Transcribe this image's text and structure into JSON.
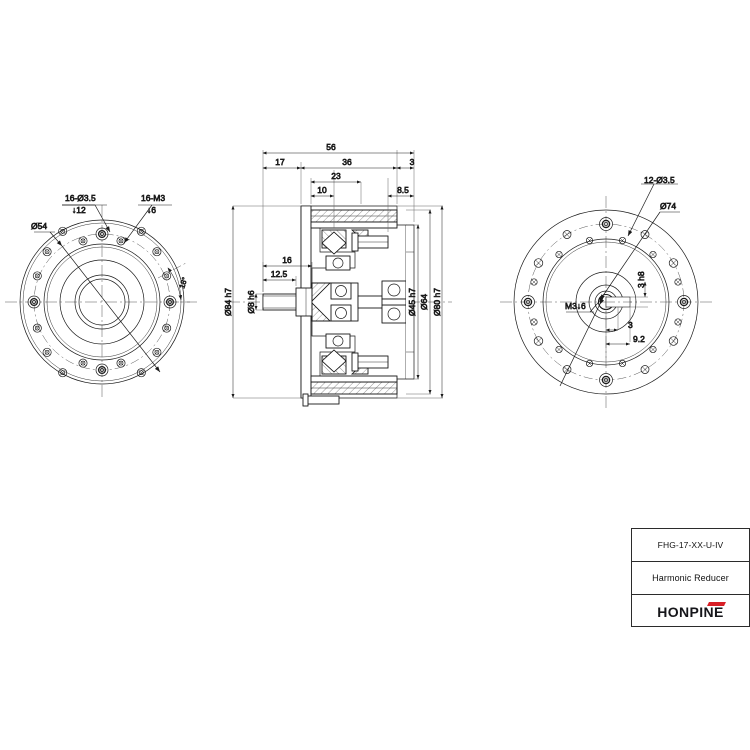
{
  "drawing": {
    "type": "engineering-drawing",
    "standard": "third-angle-projection",
    "line_color": "#1a1a1a",
    "background": "#ffffff"
  },
  "title_block": {
    "model": "FHG-17-XX-U-IV",
    "product": "Harmonic Reducer",
    "brand": "HONPINE",
    "brand_accent_color": "#d81f26"
  },
  "views": {
    "left": {
      "name": "front-circular-view",
      "annotations": [
        {
          "id": "holes-through",
          "text": "16-Ø3.5",
          "sub": "↓12"
        },
        {
          "id": "threaded-holes",
          "text": "16-M3",
          "sub": "↓6"
        },
        {
          "id": "bolt-circle",
          "text": "Ø54"
        },
        {
          "id": "index-angle",
          "text": "18°"
        }
      ]
    },
    "center": {
      "name": "cross-section-view",
      "horizontal_dims": [
        "56",
        "17",
        "36",
        "3",
        "23",
        "10",
        "8.5"
      ],
      "left_dims": [
        "16",
        "12.5"
      ],
      "left_diameters": [
        "Ø84 h7",
        "Ø8 h6"
      ],
      "right_diameters": [
        "Ø45 h7",
        "Ø64",
        "Ø80 h7"
      ]
    },
    "right": {
      "name": "rear-circular-view",
      "annotations": [
        {
          "id": "holes-through",
          "text": "12-Ø3.5"
        },
        {
          "id": "bolt-circle",
          "text": "Ø74"
        },
        {
          "id": "center-thread",
          "text": "M3↓6"
        },
        {
          "id": "keyway-depth",
          "text": "3 h8"
        },
        {
          "id": "keyway-width",
          "text": "3"
        },
        {
          "id": "keyway-span",
          "text": "9.2"
        }
      ]
    }
  }
}
